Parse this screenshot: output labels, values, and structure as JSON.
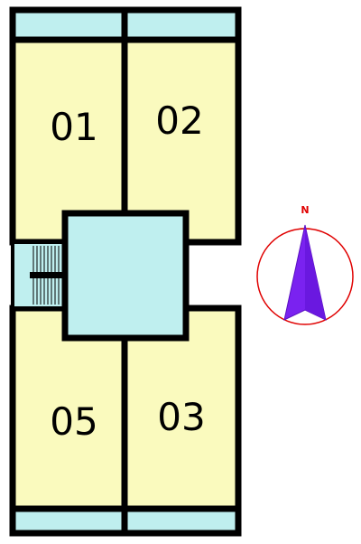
{
  "units": [
    {
      "id": "unit-01",
      "label": "01"
    },
    {
      "id": "unit-02",
      "label": "02"
    },
    {
      "id": "unit-05",
      "label": "05"
    },
    {
      "id": "unit-03",
      "label": "03"
    }
  ],
  "compass": {
    "label": "N",
    "label_color": "#e00000",
    "ring_color": "#e00000",
    "needle_color": "#7a22f0"
  },
  "colors": {
    "unit_fill": "#fafabe",
    "balcony_fill": "#bfefef",
    "core_fill": "#bfefef",
    "wall": "#000000"
  }
}
